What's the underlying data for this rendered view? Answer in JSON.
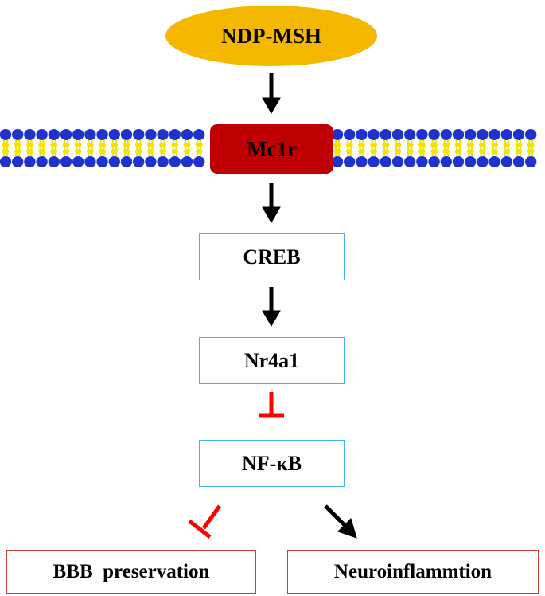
{
  "nodes": {
    "ligand": "NDP-MSH",
    "receptor": "Mc1r",
    "creb": "CREB",
    "nr4a1": "Nr4a1",
    "nfkb": "NF-κB",
    "bbb": "BBB  preservation",
    "neuro": "Neuroinflammtion"
  },
  "colors": {
    "ligand_fill": "#F5B800",
    "receptor_fill": "#C00000",
    "membrane_head": "#1F33CC",
    "membrane_tail": "#F2E600",
    "activation_arrow": "#000000",
    "inhibition": "#FF0000",
    "box_border_cyan": "#3FB7D6",
    "box_border_red": "#D33A3A"
  }
}
